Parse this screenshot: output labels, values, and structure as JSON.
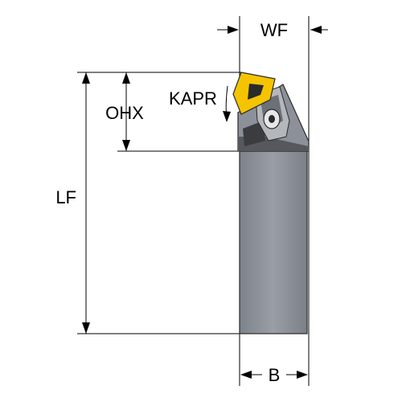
{
  "labels": {
    "wf": "WF",
    "kapr": "KAPR",
    "ohx": "OHX",
    "lf": "LF",
    "b": "B"
  },
  "colors": {
    "shank": "#8c9098",
    "shank_dark": "#3a3c40",
    "insert": "#f5c400",
    "line": "#000000"
  }
}
